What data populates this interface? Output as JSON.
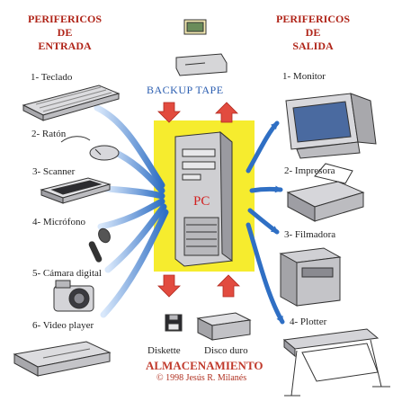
{
  "input": {
    "heading": [
      "PERIFERICOS",
      "DE",
      "ENTRADA"
    ],
    "items": [
      "1- Teclado",
      "2- Ratón",
      "3- Scanner",
      "4- Micrófono",
      "5- Cámara digital",
      "6- Video player"
    ]
  },
  "output": {
    "heading": [
      "PERIFERICOS",
      "DE",
      "SALIDA"
    ],
    "items": [
      "1- Monitor",
      "2- Impresora",
      "3- Filmadora",
      "4- Plotter"
    ]
  },
  "backup_label": "BACKUP TAPE",
  "pc_label": "PC",
  "storage": {
    "diskette_label": "Diskette",
    "disk_label": "Disco duro",
    "title": "ALMACENAMIENTO",
    "credit": "© 1998 Jesús R. Milanés"
  },
  "colors": {
    "pc_background": "#f6ec2e",
    "arrows": "#2f6fc4",
    "red_arrows": "#e24b3f",
    "headings": "#b02418"
  }
}
